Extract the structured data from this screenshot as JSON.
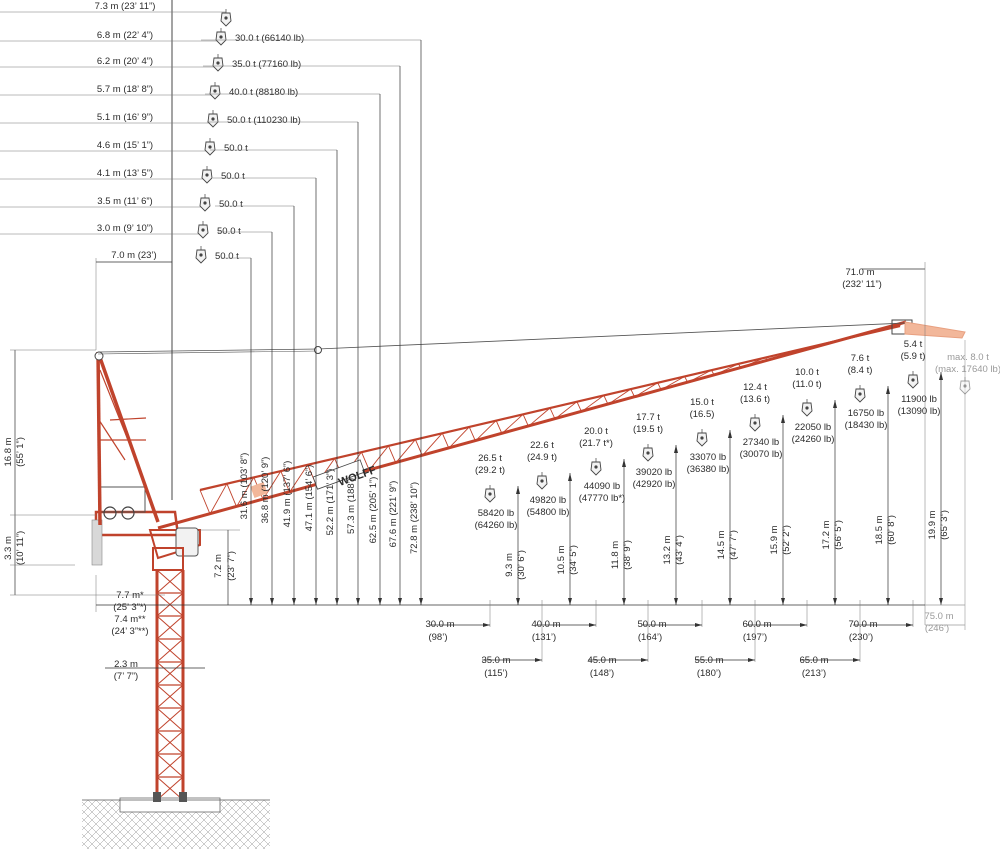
{
  "hook_table": [
    {
      "radius": "7.3 m (23’ 11”)",
      "load": ""
    },
    {
      "radius": "6.8 m (22’ 4”)",
      "load": "30.0 t (66140 lb)"
    },
    {
      "radius": "6.2 m (20’ 4”)",
      "load": "35.0 t (77160 lb)"
    },
    {
      "radius": "5.7 m (18’ 8”)",
      "load": "40.0 t (88180 lb)"
    },
    {
      "radius": "5.1 m (16’ 9”)",
      "load": "50.0 t (110230 lb)"
    },
    {
      "radius": "4.6 m (15’ 1”)",
      "load": "50.0 t"
    },
    {
      "radius": "4.1 m (13’ 5”)",
      "load": "50.0 t"
    },
    {
      "radius": "3.5 m (11’ 6”)",
      "load": "50.0 t"
    },
    {
      "radius": "3.0 m (9’ 10”)",
      "load": "50.0 t"
    },
    {
      "radius": "",
      "load": "50.0 t"
    }
  ],
  "hook_heights": [
    "72.8 m (238’ 10”)",
    "67.6 m (221’ 9”)",
    "62.5 m (205’ 1”)",
    "57.3 m (188’)",
    "52.2 m (171’ 3”)",
    "47.1 m (154’ 6”)",
    "41.9 m (137’ 6”)",
    "36.8 m (120’ 9”)",
    "31.6 m (103’ 8”)"
  ],
  "dims": {
    "top_offset": "7.0 m (23’)",
    "jib_length_1": "71.0 m",
    "jib_length_2": "(232’ 11”)",
    "head_height_1": "16.8 m",
    "head_height_2": "(55’ 1”)",
    "turntable_1": "3.3 m",
    "turntable_2": "(10’ 11”)",
    "slew_height_1": "7.2 m",
    "slew_height_2": "(23’ 7”)",
    "tail_radius_1": "7.7 m*",
    "tail_radius_2": "(25’ 3”*)",
    "tail_radius_3": "7.4 m**",
    "tail_radius_4": "(24’ 3”**)",
    "tower_width_1": "2.3  m",
    "tower_width_2": "(7’ 7”)"
  },
  "load_points": [
    {
      "t1": "26.5 t",
      "t2": "(29.2 t)",
      "lb1": "58420 lb",
      "lb2": "(64260 lb)",
      "h1": "9.3  m",
      "h2": "(30’ 6”)"
    },
    {
      "t1": "22.6 t",
      "t2": "(24.9 t)",
      "lb1": "49820 lb",
      "lb2": "(54800 lb)",
      "h1": "10.5  m",
      "h2": "(34’ 5”)"
    },
    {
      "t1": "20.0 t",
      "t2": "(21.7 t*)",
      "lb1": "44090 lb",
      "lb2": "(47770 lb*)",
      "h1": "11.8  m",
      "h2": "(38’ 9”)"
    },
    {
      "t1": "17.7 t",
      "t2": "(19.5 t)",
      "lb1": "39020 lb",
      "lb2": "(42920 lb)",
      "h1": "13.2  m",
      "h2": "(43’ 4”)"
    },
    {
      "t1": "15.0 t",
      "t2": "(16.5)",
      "lb1": "33070 lb",
      "lb2": "(36380 lb)",
      "h1": "14.5  m",
      "h2": "(47’ 7”)"
    },
    {
      "t1": "12.4 t",
      "t2": "(13.6 t)",
      "lb1": "27340 lb",
      "lb2": "(30070 lb)",
      "h1": "15.9  m",
      "h2": "(52’ 2”)"
    },
    {
      "t1": "10.0 t",
      "t2": "(11.0 t)",
      "lb1": "22050 lb",
      "lb2": "(24260 lb)",
      "h1": "17.2  m",
      "h2": "(56’ 5”)"
    },
    {
      "t1": "7.6 t",
      "t2": "(8.4 t)",
      "lb1": "16750 lb",
      "lb2": "(18430 lb)",
      "h1": "18.5  m",
      "h2": "(60’ 8”)"
    },
    {
      "t1": "5.4 t",
      "t2": "(5.9 t)",
      "lb1": "11900 lb",
      "lb2": "(13090 lb)",
      "h1": "19.9  m",
      "h2": "(65’ 3”)"
    }
  ],
  "max_load_1": "max. 8.0 t",
  "max_load_2": "(max. 17640 lb)",
  "radii_row1": [
    {
      "m": "30.0 m",
      "ft": "(98’)"
    },
    {
      "m": "40.0 m",
      "ft": "(131’)"
    },
    {
      "m": "50.0 m",
      "ft": "(164’)"
    },
    {
      "m": "60.0 m",
      "ft": "(197’)"
    },
    {
      "m": "70.0 m",
      "ft": "(230’)"
    }
  ],
  "radii_row2": [
    {
      "m": "35.0 m",
      "ft": "(115’)"
    },
    {
      "m": "45.0 m",
      "ft": "(148’)"
    },
    {
      "m": "55.0 m",
      "ft": "(180’)"
    },
    {
      "m": "65.0 m",
      "ft": "(213’)"
    }
  ],
  "radius_max": {
    "m": "75.0 m",
    "ft": "(246’)"
  },
  "brand": "WOLFF",
  "colors": {
    "crane": "#c0432c",
    "crane_light": "#e8a080",
    "dim": "#333333",
    "grey": "#9a9a9a"
  }
}
